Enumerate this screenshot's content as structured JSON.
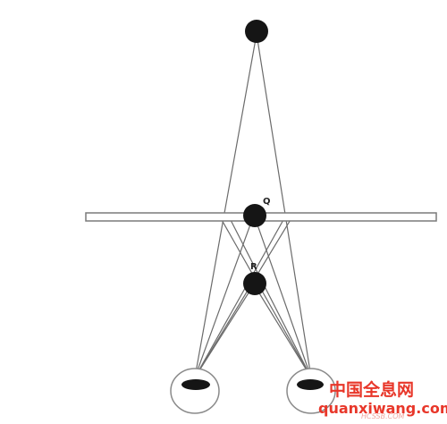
{
  "diagram": {
    "labels": {
      "q": "Q",
      "r": "R"
    },
    "colors": {
      "line": "#6b6b6b",
      "dot": "#151515",
      "bar_stroke": "#7a7a7a",
      "eye_stroke": "#8a8a8a",
      "watermark": "#e8372a"
    }
  },
  "watermark": {
    "chinese": "中国全息网",
    "domain": "quanxiwang.com",
    "logo_text": "HCSSB.COM"
  }
}
